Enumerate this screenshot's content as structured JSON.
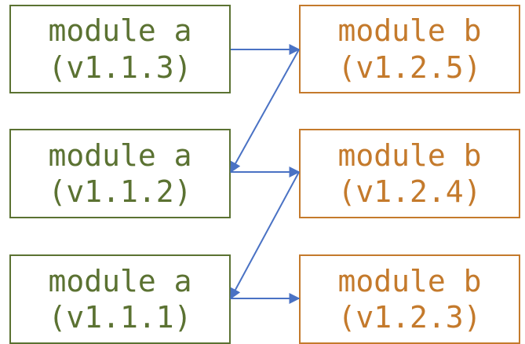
{
  "diagram": {
    "left_nodes": [
      {
        "name": "module a",
        "version": "(v1.1.3)"
      },
      {
        "name": "module a",
        "version": "(v1.1.2)"
      },
      {
        "name": "module a",
        "version": "(v1.1.1)"
      }
    ],
    "right_nodes": [
      {
        "name": "module b",
        "version": "(v1.2.5)"
      },
      {
        "name": "module b",
        "version": "(v1.2.4)"
      },
      {
        "name": "module b",
        "version": "(v1.2.3)"
      }
    ],
    "colors": {
      "left_box": "#5b7232",
      "right_box": "#c47a2c",
      "arrow": "#4a72c4"
    }
  }
}
